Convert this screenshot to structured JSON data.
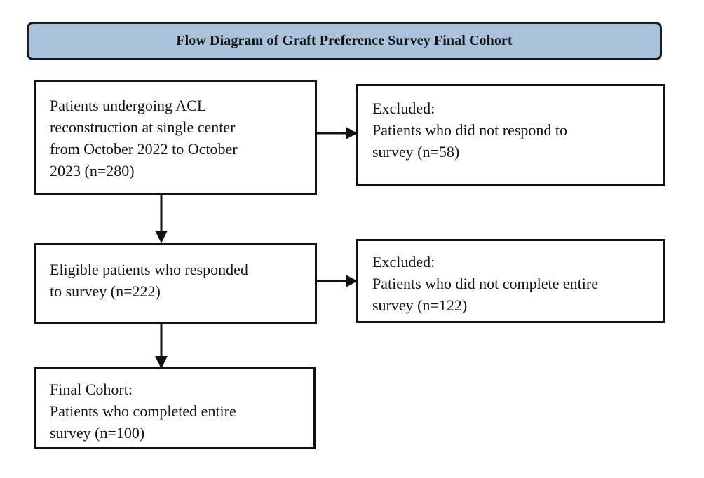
{
  "title": {
    "text": "Flow Diagram of Graft Preference Survey Final Cohort",
    "banner_color": "#a9c3dd",
    "border_color": "#111111",
    "text_color": "#111111"
  },
  "chart_data": {
    "type": "diagram",
    "diagram_kind": "flowchart",
    "title": "Flow Diagram of Graft Preference Survey Final Cohort",
    "nodes": [
      {
        "id": "enrolled",
        "lines": [
          "Patients undergoing ACL",
          "reconstruction at single center",
          "from October 2022 to October",
          "2023 (n=280)"
        ],
        "text": "Patients undergoing ACL reconstruction at single center from October 2022 to October 2023 (n=280)",
        "n": 280,
        "column": "main",
        "row": 1
      },
      {
        "id": "excluded-1",
        "lines": [
          "Excluded:",
          "Patients who did not respond to",
          "survey (n=58)"
        ],
        "text": "Excluded: Patients who did not respond to survey (n=58)",
        "n": 58,
        "column": "excluded",
        "row": 1
      },
      {
        "id": "eligible",
        "lines": [
          "Eligible patients who responded",
          "to survey (n=222)"
        ],
        "text": "Eligible patients who responded to survey (n=222)",
        "n": 222,
        "column": "main",
        "row": 2
      },
      {
        "id": "excluded-2",
        "lines": [
          "Excluded:",
          "Patients who did not complete entire",
          "survey (n=122)"
        ],
        "text": "Excluded: Patients who did not complete entire survey (n=122)",
        "n": 122,
        "column": "excluded",
        "row": 2
      },
      {
        "id": "final",
        "lines": [
          "Final Cohort:",
          "Patients who completed entire",
          "survey (n=100)"
        ],
        "text": "Final Cohort: Patients who completed entire survey (n=100)",
        "n": 100,
        "column": "main",
        "row": 3
      }
    ],
    "edges": [
      {
        "from": "enrolled",
        "to": "excluded-1",
        "direction": "right"
      },
      {
        "from": "enrolled",
        "to": "eligible",
        "direction": "down"
      },
      {
        "from": "eligible",
        "to": "excluded-2",
        "direction": "right"
      },
      {
        "from": "eligible",
        "to": "final",
        "direction": "down"
      }
    ]
  },
  "boxes": {
    "enrolled": {
      "line1": "Patients undergoing ACL",
      "line2": "reconstruction at single center",
      "line3": "from October 2022 to October",
      "line4": "2023 (n=280)"
    },
    "excluded_1": {
      "line1": "Excluded:",
      "line2": "Patients who did not respond to",
      "line3": "survey (n=58)"
    },
    "eligible": {
      "line1": "Eligible patients who responded",
      "line2": "to survey (n=222)"
    },
    "excluded_2": {
      "line1": "Excluded:",
      "line2": "Patients who did not complete entire",
      "line3": "survey (n=122)"
    },
    "final": {
      "line1": "Final Cohort:",
      "line2": "Patients who completed entire",
      "line3": "survey (n=100)"
    }
  }
}
